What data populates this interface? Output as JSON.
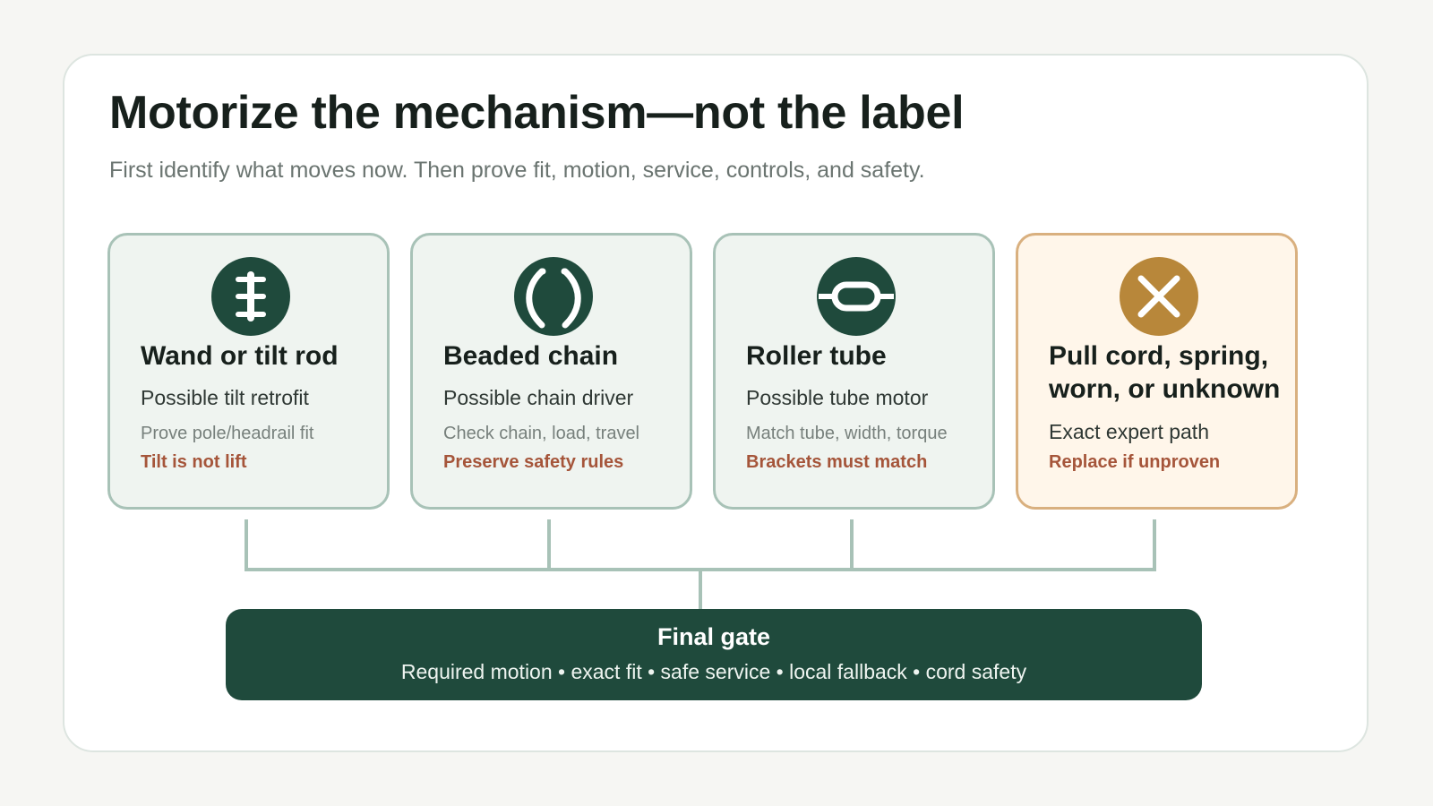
{
  "title": "Motorize the mechanism—not the label",
  "subtitle": "First identify what moves now. Then prove fit, motion, service, controls, and safety.",
  "cards": [
    {
      "icon": "tilt-rod-icon",
      "title": "Wand or tilt rod",
      "subtitle": "Possible tilt retrofit",
      "note": "Prove pole/headrail fit",
      "warning": "Tilt is not lift"
    },
    {
      "icon": "beaded-chain-icon",
      "title": "Beaded chain",
      "subtitle": "Possible chain driver",
      "note": "Check chain, load, travel",
      "warning": "Preserve safety rules"
    },
    {
      "icon": "roller-tube-icon",
      "title": "Roller tube",
      "subtitle": "Possible tube motor",
      "note": "Match tube, width, torque",
      "warning": "Brackets must match"
    },
    {
      "icon": "x-mark-icon",
      "title": "Pull cord, spring, worn, or unknown",
      "subtitle": "Exact expert path",
      "warning": "Replace if unproven"
    }
  ],
  "final_gate": {
    "title": "Final gate",
    "items": "Required motion • exact fit • safe service • local fallback • cord safety"
  },
  "colors": {
    "primary": "#1f4a3c",
    "card_border": "#a8c2b7",
    "card_fill": "#eff4f0",
    "warn_border": "#d9b07f",
    "warn_fill": "#fff6ea",
    "warn_icon": "#b8873a",
    "warning_text": "#a5553a"
  }
}
